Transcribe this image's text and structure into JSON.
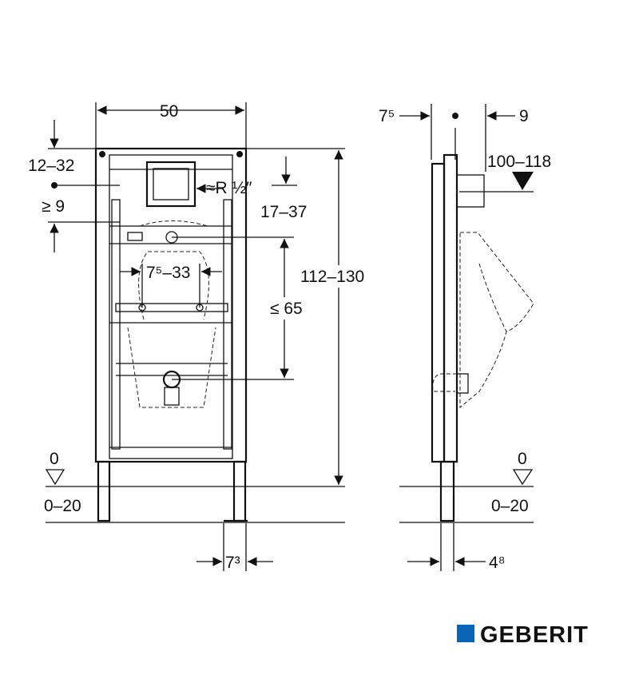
{
  "front_view": {
    "width_label": "50",
    "height_label": "112–130",
    "top_offset_label": "12–32",
    "min_offset_label": "≥ 9",
    "water_connection_label": "R ½″",
    "water_height_label": "17–37",
    "outlet_distance_label": "≤ 65",
    "bracket_spacing_label": "7⁵–33",
    "floor_level_label": "0",
    "floor_range_label": "0–20",
    "leg_width_label": "7³"
  },
  "side_view": {
    "frame_depth_label": "7⁵",
    "connection_depth_label": "9",
    "connection_height_label": "100–118",
    "floor_level_label": "0",
    "floor_range_label": "0–20",
    "leg_depth_label": "4⁸"
  },
  "logo": {
    "text": "GEBERIT",
    "color": "#0a64b4"
  }
}
